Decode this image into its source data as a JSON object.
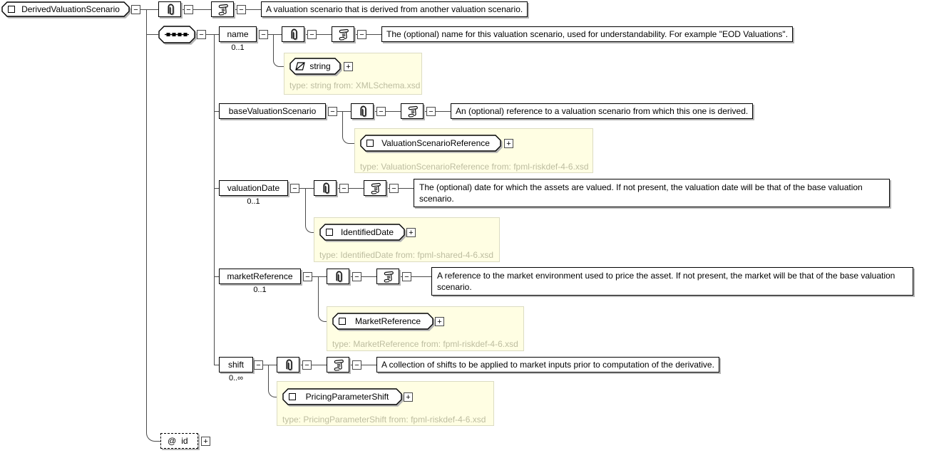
{
  "icons": {
    "collapse_glyph": "−",
    "expand_glyph": "+",
    "attribute_glyph": "@"
  },
  "root": {
    "label": "DerivedValuationScenario",
    "doc": "A valuation scenario that is derived from another valuation scenario."
  },
  "attribute": {
    "label": "id"
  },
  "children": [
    {
      "name": "name",
      "cardinality": "0..1",
      "doc": "The (optional) name for this valuation scenario, used for understandability. For example \"EOD Valuations\".",
      "type_label": "string",
      "type_caption": "type: string from: XMLSchema.xsd"
    },
    {
      "name": "baseValuationScenario",
      "cardinality": "",
      "doc": "An (optional) reference to a valuation scenario from which this one is derived.",
      "type_label": "ValuationScenarioReference",
      "type_caption": "type: ValuationScenarioReference from: fpml-riskdef-4-6.xsd"
    },
    {
      "name": "valuationDate",
      "cardinality": "0..1",
      "doc": "The (optional) date for which the assets are valued. If not present, the valuation date will be that of the base valuation scenario.",
      "type_label": "IdentifiedDate",
      "type_caption": "type: IdentifiedDate from: fpml-shared-4-6.xsd"
    },
    {
      "name": "marketReference",
      "cardinality": "0..1",
      "doc": "A reference to the market environment used to price the asset. If not present, the market will be that of the base valuation scenario.",
      "type_label": "MarketReference",
      "type_caption": "type: MarketReference from: fpml-riskdef-4-6.xsd"
    },
    {
      "name": "shift",
      "cardinality": "0..∞",
      "doc": "A collection of shifts to be applied to market inputs prior to computation of the derivative.",
      "type_label": "PricingParameterShift",
      "type_caption": "type: PricingParameterShift from: fpml-riskdef-4-6.xsd"
    }
  ],
  "colors": {
    "type_box_bg": "#fffee3",
    "type_box_border": "#dcdcc2",
    "caption_text": "#bdbda0"
  }
}
